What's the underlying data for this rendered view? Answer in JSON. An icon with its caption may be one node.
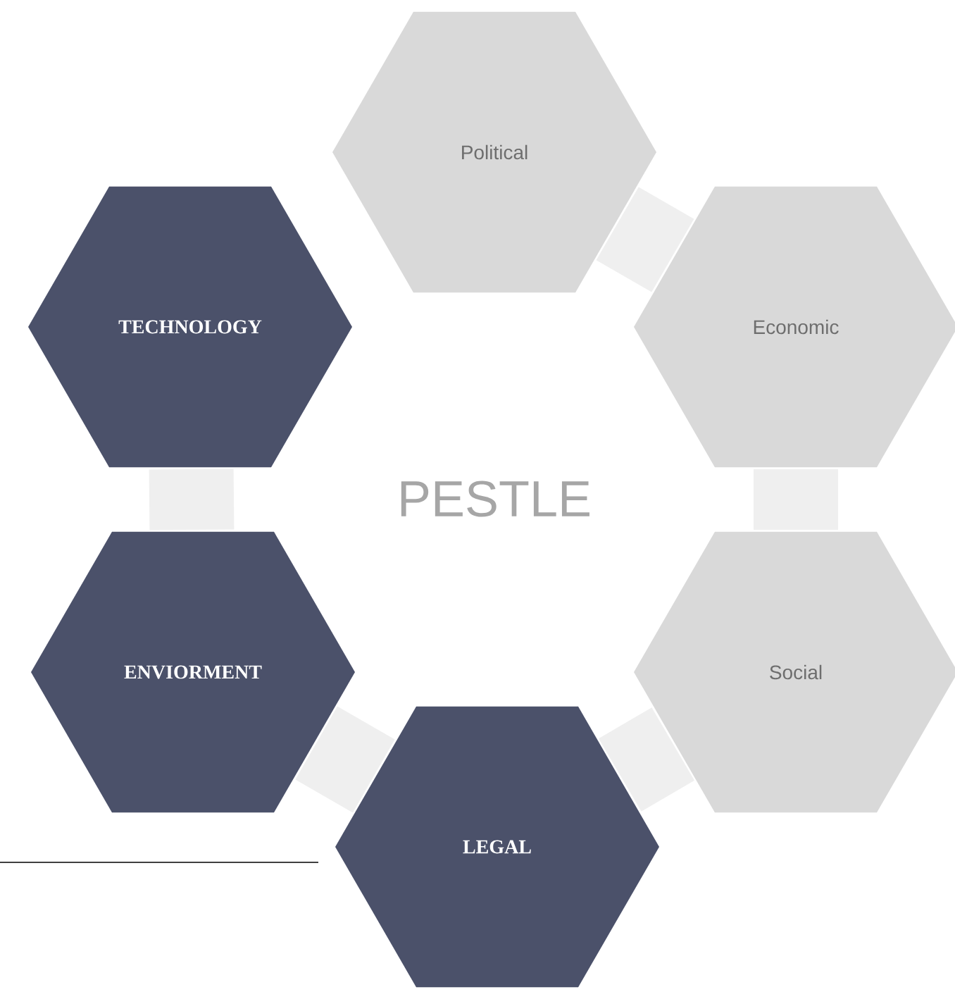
{
  "diagram": {
    "title": "PESTLE",
    "nodes": [
      {
        "text": [
          "Political"
        ]
      },
      {
        "text": [
          "TECHNOLOGY"
        ]
      },
      {
        "text": [
          "Economic"
        ]
      },
      {
        "text": [
          "ENVIORMENT"
        ]
      },
      {
        "text": [
          "Social"
        ]
      },
      {
        "text": [
          "LEGAL"
        ]
      }
    ]
  }
}
